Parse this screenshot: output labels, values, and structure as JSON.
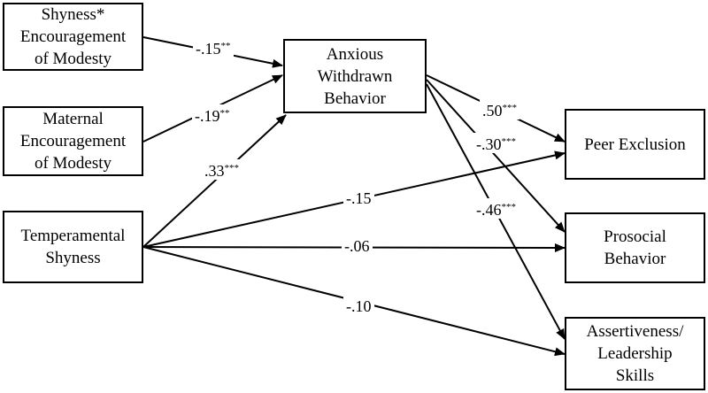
{
  "nodes": {
    "shyness_modesty": {
      "lines": [
        "Shyness*",
        "Encouragement",
        "of Modesty"
      ]
    },
    "maternal_modesty": {
      "lines": [
        "Maternal",
        "Encouragement",
        "of Modesty"
      ]
    },
    "temperamental_shyness": {
      "lines": [
        "Temperamental",
        "Shyness"
      ]
    },
    "anxious_withdrawn": {
      "lines": [
        "Anxious",
        "Withdrawn",
        "Behavior"
      ]
    },
    "peer_exclusion": {
      "lines": [
        "Peer Exclusion"
      ]
    },
    "prosocial": {
      "lines": [
        "Prosocial",
        "Behavior"
      ]
    },
    "assertiveness": {
      "lines": [
        "Assertiveness/",
        "Leadership",
        "Skills"
      ]
    }
  },
  "paths": {
    "shyness_modesty_to_anxious": {
      "value": "-.15",
      "sig": "**"
    },
    "maternal_to_anxious": {
      "value": "-.19",
      "sig": "**"
    },
    "temperamental_to_anxious": {
      "value": ".33",
      "sig": "***"
    },
    "anxious_to_peer": {
      "value": ".50",
      "sig": "***"
    },
    "anxious_to_prosocial": {
      "value": "-.30",
      "sig": "***"
    },
    "anxious_to_assertiveness": {
      "value": "-.46",
      "sig": "***"
    },
    "temperamental_to_peer": {
      "value": "-.15",
      "sig": ""
    },
    "temperamental_to_prosocial": {
      "value": "-.06",
      "sig": ""
    },
    "temperamental_to_assertiveness": {
      "value": "-.10",
      "sig": ""
    }
  }
}
